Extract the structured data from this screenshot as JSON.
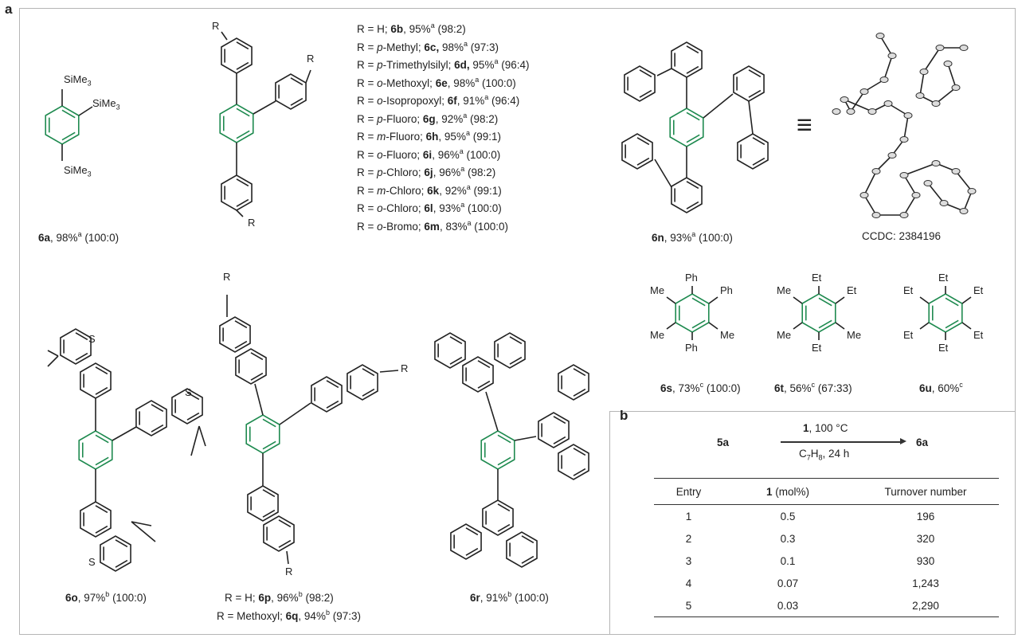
{
  "colors": {
    "green": "#1e8a4f",
    "bond": "#222222",
    "border": "#b5b5b5"
  },
  "panel_a": {
    "label": "a",
    "c6a": {
      "sub": {
        "text": "SiMe",
        "idx": "3"
      },
      "id": "6a",
      "yield": ", 98%",
      "note": "a",
      "ratio": " (100:0)"
    },
    "r_label": "R",
    "list": [
      {
        "pre": "R = H; ",
        "pos": "",
        "name": "",
        "id": "6b",
        "yield": ", 95%",
        "note": "a",
        "ratio": " (98:2)"
      },
      {
        "pre": "R = ",
        "pos": "p",
        "name": "-Methyl; ",
        "id": "6c,",
        "yield": " 98%",
        "note": "a",
        "ratio": " (97:3)"
      },
      {
        "pre": "R = ",
        "pos": "p",
        "name": "-Trimethylsilyl; ",
        "id": "6d,",
        "yield": " 95%",
        "note": "a",
        "ratio": " (96:4)"
      },
      {
        "pre": "R = ",
        "pos": "o",
        "name": "-Methoxyl; ",
        "id": "6e",
        "yield": ", 98%",
        "note": "a",
        "ratio": " (100:0)"
      },
      {
        "pre": "R = ",
        "pos": "o",
        "name": "-Isopropoxyl; ",
        "id": "6f",
        "yield": ", 91%",
        "note": "a",
        "ratio": " (96:4)"
      },
      {
        "pre": "R = ",
        "pos": "p",
        "name": "-Fluoro; ",
        "id": "6g",
        "yield": ", 92%",
        "note": "a",
        "ratio": " (98:2)"
      },
      {
        "pre": "R = ",
        "pos": "m",
        "name": "-Fluoro; ",
        "id": "6h",
        "yield": ", 95%",
        "note": "a",
        "ratio": " (99:1)"
      },
      {
        "pre": "R = ",
        "pos": "o",
        "name": "-Fluoro; ",
        "id": "6i",
        "yield": ", 96%",
        "note": "a",
        "ratio": " (100:0)"
      },
      {
        "pre": "R = ",
        "pos": "p",
        "name": "-Chloro; ",
        "id": "6j",
        "yield": ", 96%",
        "note": "a",
        "ratio": " (98:2)"
      },
      {
        "pre": "R = ",
        "pos": "m",
        "name": "-Chloro; ",
        "id": "6k",
        "yield": ", 92%",
        "note": "a",
        "ratio": " (99:1)"
      },
      {
        "pre": "R = ",
        "pos": "o",
        "name": "-Chloro; ",
        "id": "6l",
        "yield": ", 93%",
        "note": "a",
        "ratio": " (100:0)"
      },
      {
        "pre": "R = ",
        "pos": "o",
        "name": "-Bromo; ",
        "id": "6m",
        "yield": ", 83%",
        "note": "a",
        "ratio": " (100:0)"
      }
    ],
    "c6n": {
      "id": "6n",
      "yield": ", 93%",
      "note": "a",
      "ratio": " (100:0)"
    },
    "ccdc": "CCDC: 2384196",
    "equiv": "≡",
    "c6s": {
      "id": "6s",
      "yield": ", 73%",
      "note": "c",
      "ratio": " (100:0)",
      "subs": [
        "Ph",
        "Ph",
        "Me",
        "Me",
        "Me",
        "Ph"
      ]
    },
    "c6t": {
      "id": "6t",
      "yield": ", 56%",
      "note": "c",
      "ratio": " (67:33)",
      "subs": [
        "Et",
        "Et",
        "Me",
        "Me",
        "Me",
        "Et"
      ]
    },
    "c6u": {
      "id": "6u",
      "yield": ", 60%",
      "note": "c",
      "subs": [
        "Et",
        "Et",
        "Et",
        "Et",
        "Et",
        "Et"
      ]
    },
    "c6o": {
      "id": "6o",
      "yield": ", 97%",
      "note": "b",
      "ratio": " (100:0)",
      "S": "S"
    },
    "c6pq": {
      "r1": "R = H; ",
      "id1": "6p",
      "yield1": ", 96%",
      "note1": "b",
      "ratio1": " (98:2)",
      "r2": "R = Methoxyl; ",
      "id2": "6q",
      "yield2": ", 94%",
      "note2": "b",
      "ratio2": " (97:3)"
    },
    "c6r": {
      "id": "6r",
      "yield": ", 91%",
      "note": "b",
      "ratio": " (100:0)"
    }
  },
  "panel_b": {
    "label": "b",
    "reactant": "5a",
    "product": "6a",
    "cond_top_cat": "1",
    "cond_top": ", 100 °C",
    "cond_bottom": {
      "c": "C",
      "c_sub": "7",
      "h": "H",
      "h_sub": "8",
      "rest": ", 24 h"
    },
    "headers": {
      "entry": "Entry",
      "cat_bold": "1",
      "cat": " (mol%)",
      "ton": "Turnover number"
    },
    "rows": [
      {
        "entry": "1",
        "mol": "0.5",
        "ton": "196"
      },
      {
        "entry": "2",
        "mol": "0.3",
        "ton": "320"
      },
      {
        "entry": "3",
        "mol": "0.1",
        "ton": "930"
      },
      {
        "entry": "4",
        "mol": "0.07",
        "ton": "1,243"
      },
      {
        "entry": "5",
        "mol": "0.03",
        "ton": "2,290"
      }
    ]
  }
}
